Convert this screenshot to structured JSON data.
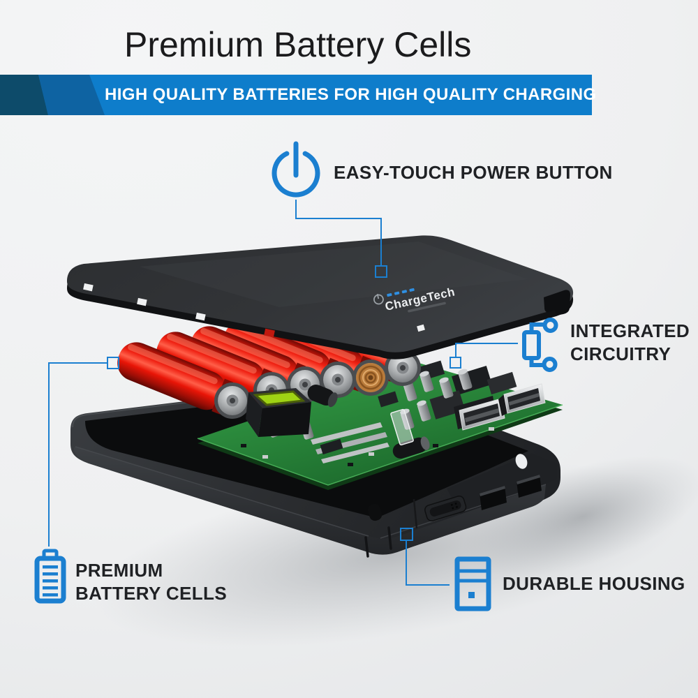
{
  "header": {
    "title": "Premium Battery Cells",
    "banner": {
      "text": "HIGH QUALITY BATTERIES FOR HIGH QUALITY CHARGING",
      "background": "#0e7dcb",
      "accent_dark_navy": "#0d4b6a",
      "accent_mid_blue": "#0e63a2",
      "text_color": "#ffffff"
    }
  },
  "callouts": {
    "power_button": {
      "icon": "power-icon",
      "label": "EASY-TOUCH POWER BUTTON"
    },
    "integrated_circuitry": {
      "icon": "circuit-icon",
      "line1": "INTEGRATED",
      "line2": "CIRCUITRY"
    },
    "premium_battery": {
      "icon": "battery-icon",
      "line1": "PREMIUM",
      "line2": "BATTERY CELLS"
    },
    "durable_housing": {
      "icon": "tower-icon",
      "label": "DURABLE HOUSING"
    }
  },
  "device": {
    "brand_logo": "ChargeTech",
    "parts": [
      "top cover",
      "battery cells",
      "circuit board",
      "bottom housing"
    ],
    "battery_cell_count": 6,
    "status_led_count": 4,
    "usb_port_count": 2
  },
  "colors": {
    "accent_blue": "#1b7fd0",
    "battery_red": "#e3190f",
    "battery_cap_silver": "#b9bcbe",
    "battery_coil_copper": "#b87a3a",
    "pcb_green": "#2e9a41",
    "device_black": "#2b2d30",
    "background": "#f0f1f2",
    "title_text": "#1b1b1d",
    "label_text": "#1f2124"
  }
}
